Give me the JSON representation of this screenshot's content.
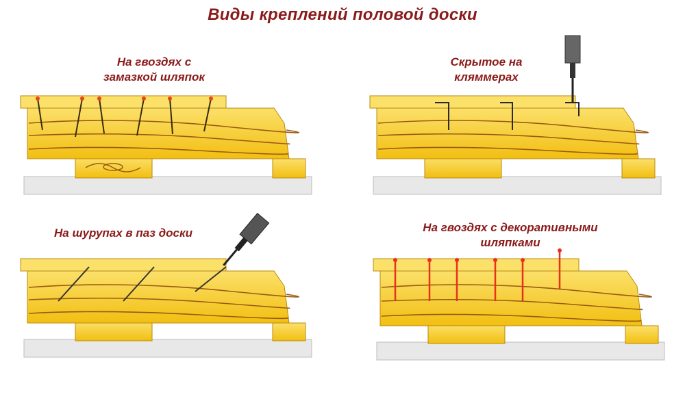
{
  "title": "Виды креплений половой доски",
  "panels": [
    {
      "id": "nails-putty",
      "lines": [
        "На гвоздях с",
        "замазкой шляпок"
      ],
      "fastener": "nail-icon"
    },
    {
      "id": "hidden-clips",
      "lines": [
        "Скрытое на",
        "кляммерах"
      ],
      "fastener": "clip-icon"
    },
    {
      "id": "screws-groove",
      "lines": [
        "На шурупах в паз доски"
      ],
      "fastener": "screw-icon"
    },
    {
      "id": "decor-nails",
      "lines": [
        "На гвоздях с декоративными",
        "шляпками"
      ],
      "fastener": "decorative-nail-icon"
    }
  ],
  "colors": {
    "title": "#8b1a1a",
    "wood": "#f5c61a",
    "wood_light": "#fbe06a",
    "grain": "#9a5a10",
    "base": "#e8e8e8",
    "nail_head": "#e8451c",
    "screw": "#333333",
    "decor_nail": "#e8301c"
  }
}
